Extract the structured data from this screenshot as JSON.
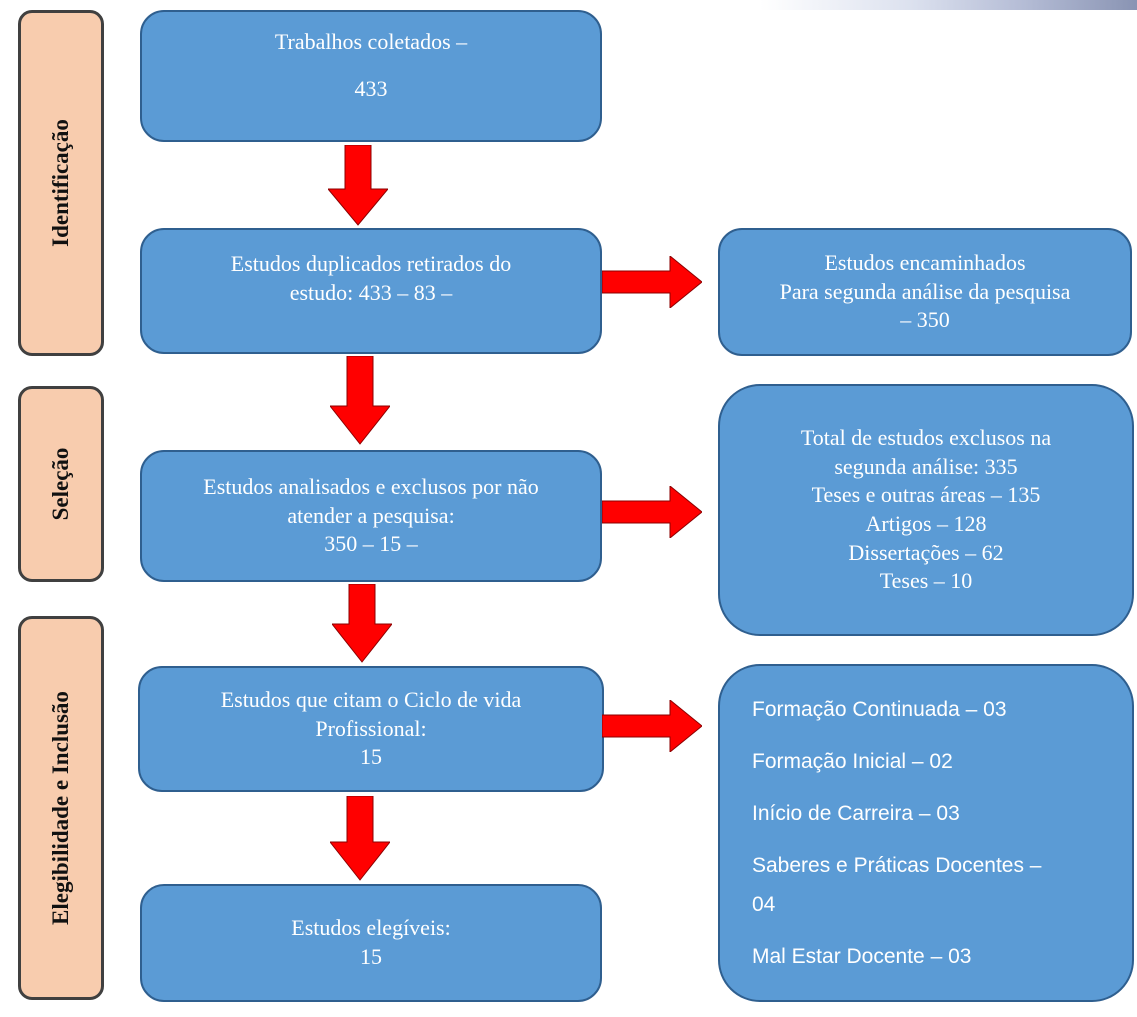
{
  "phases": [
    {
      "label": "Identificação"
    },
    {
      "label": "Seleção"
    },
    {
      "label": "Elegibilidade e Inclusão"
    }
  ],
  "boxes": {
    "collected": {
      "lines": [
        "Trabalhos coletados –",
        "433"
      ]
    },
    "duplicates": {
      "lines": [
        "Estudos duplicados retirados do",
        "estudo: 433 – 83 –"
      ]
    },
    "forwarded": {
      "lines": [
        "Estudos encaminhados",
        "Para segunda análise da pesquisa",
        "– 350"
      ]
    },
    "analyzed": {
      "lines": [
        "Estudos analisados e exclusos por não",
        "atender a pesquisa:",
        "350 – 15 –"
      ]
    },
    "excluded_total": {
      "lines": [
        "Total de estudos exclusos na",
        "segunda análise: 335",
        "Teses e outras áreas – 135",
        "Artigos – 128",
        "Dissertações – 62",
        "Teses – 10"
      ]
    },
    "cite_cycle": {
      "lines": [
        "Estudos que citam o Ciclo de vida",
        "Profissional:",
        "15"
      ]
    },
    "categories": {
      "lines": [
        "Formação Continuada – 03",
        "Formação Inicial – 02",
        "Início de Carreira – 03",
        "Saberes e Práticas Docentes –",
        "04",
        "Mal Estar Docente – 03"
      ]
    },
    "eligible": {
      "lines": [
        "Estudos elegíveis:",
        "15"
      ]
    }
  },
  "colors": {
    "box_fill": "#5b9bd5",
    "box_border": "#2f5f8f",
    "phase_fill": "#f8ccae",
    "arrow_fill": "#ff0000"
  }
}
